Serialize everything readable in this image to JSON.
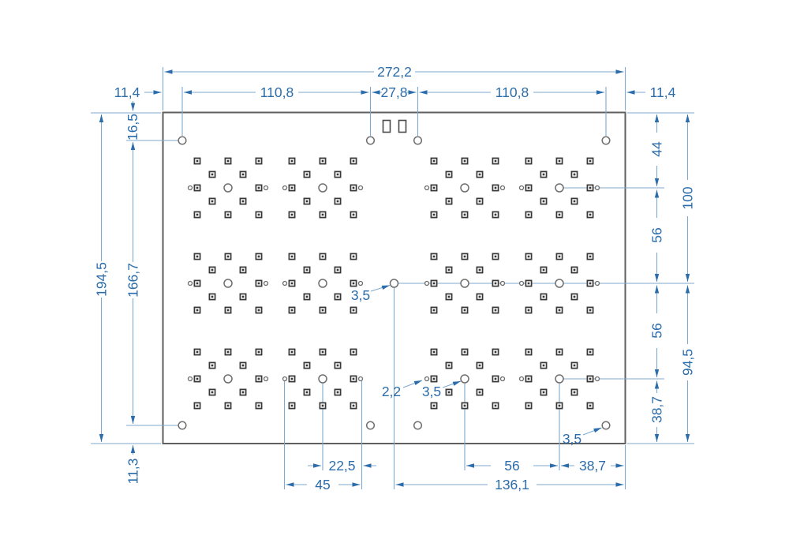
{
  "drawing": {
    "type": "pcb-dimension-drawing",
    "units": "mm",
    "board": {
      "width": "272,2",
      "height": "194,5",
      "mounting_holes_count": 8,
      "led_module_count": 12,
      "top_slot_count": 2
    },
    "colors": {
      "dimension_text": "#2b6cab",
      "dimension_line": "#7fa9cf",
      "board_outline": "#5f5f5f",
      "pad_outline": "#383838",
      "hole_outline": "#6e6e6e"
    }
  },
  "dims": {
    "total_width": "272,2",
    "margin_left": "11,4",
    "hole_span_left": "110,8",
    "center_hole_span": "27,8",
    "hole_span_right": "110,8",
    "margin_right": "11,4",
    "hole_top_offset": "16,5",
    "total_height": "194,5",
    "hole_v_span": "166,7",
    "hole_bottom_offset": "11,3",
    "row1_from_top": "44",
    "row_pitch_upper": "56",
    "upper_span": "100",
    "row_pitch_lower": "56",
    "lower_span": "94,5",
    "row3_to_bottom": "38,7",
    "center_hole_dia": "3,5",
    "small_hole_dia": "2,2",
    "module_hole_dia": "3,5",
    "corner_hole_dia": "3,5",
    "module_half_span": "22,5",
    "module_circle_span": "45",
    "module_pitch": "56",
    "module_to_edge": "38,7",
    "center_to_edge": "136,1"
  }
}
